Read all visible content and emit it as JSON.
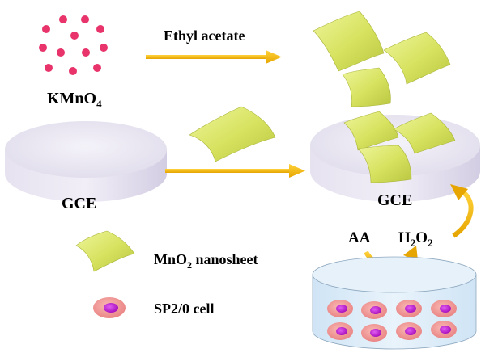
{
  "labels": {
    "kmno4": "KMnO",
    "kmno4_sub": "4",
    "reaction_arrow": "Ethyl acetate",
    "gce_left": "GCE",
    "gce_right": "GCE",
    "aa": "AA",
    "h2o2_h": "H",
    "h2o2_sub1": "2",
    "h2o2_o": "O",
    "h2o2_sub2": "2"
  },
  "legend": {
    "nanosheet_label_a": "MnO",
    "nanosheet_label_sub": "2",
    "nanosheet_label_b": " nanosheet",
    "cell_label": "SP2/0 cell"
  },
  "colors": {
    "kmno4_dot": "#e8336b",
    "arrow": "#f2b705",
    "nanosheet": "#d9e46a",
    "electrode_top": "#eceaf4",
    "electrode_side": "#d6d1e6",
    "cell_outer": "#f29a9a",
    "cell_inner": "#c21fd6",
    "dish": "#d7eaf8",
    "curved_arrow": "#e0a800"
  }
}
